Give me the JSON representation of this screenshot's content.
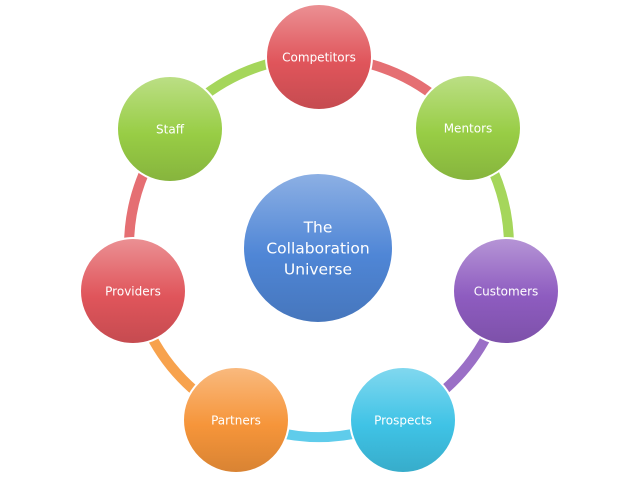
{
  "center": {
    "lines": [
      "The",
      "Collaboration",
      "Universe"
    ],
    "color": "#4f86d6"
  },
  "nodes": [
    {
      "label": "Competitors",
      "color": "#e0555b"
    },
    {
      "label": "Mentors",
      "color": "#98cd45"
    },
    {
      "label": "Customers",
      "color": "#8e5cc0"
    },
    {
      "label": "Prospects",
      "color": "#3fc3e6"
    },
    {
      "label": "Partners",
      "color": "#f6953a"
    },
    {
      "label": "Providers",
      "color": "#e0555b"
    },
    {
      "label": "Staff",
      "color": "#98cd45"
    }
  ],
  "connectors": [
    {
      "from": "Competitors",
      "to": "Mentors",
      "color": "#e56f73"
    },
    {
      "from": "Mentors",
      "to": "Customers",
      "color": "#a5d65b"
    },
    {
      "from": "Customers",
      "to": "Prospects",
      "color": "#9a6fc6"
    },
    {
      "from": "Prospects",
      "to": "Partners",
      "color": "#5fcceb"
    },
    {
      "from": "Partners",
      "to": "Providers",
      "color": "#f7a24d"
    },
    {
      "from": "Providers",
      "to": "Staff",
      "color": "#e56f73"
    },
    {
      "from": "Staff",
      "to": "Competitors",
      "color": "#a5d65b"
    }
  ]
}
